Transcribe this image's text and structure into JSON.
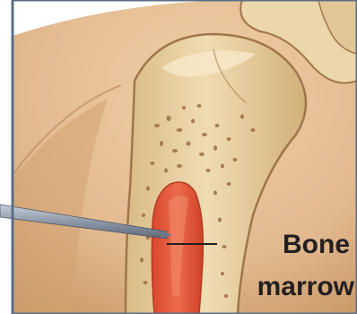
{
  "illustration": {
    "subject": "bone-marrow-biopsy",
    "colors": {
      "skin": "#e2b98f",
      "skin_shadow": "#b8855a",
      "bone": "#e8d2a4",
      "bone_outline": "#a0764c",
      "marrow": "#e0573c",
      "marrow_highlight": "#f08a6a",
      "needle": "#9aa5b4",
      "frame": "#5b6f86"
    }
  },
  "label": {
    "line1": "Bone",
    "line2": "marrow",
    "color": "#231f20"
  }
}
